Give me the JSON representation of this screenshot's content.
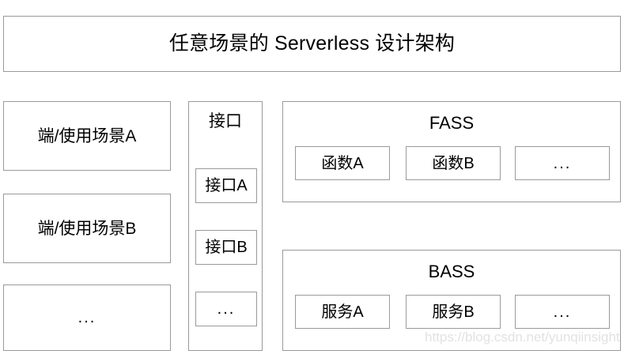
{
  "diagram": {
    "title": "任意场景的 Serverless 设计架构",
    "clients": {
      "items": [
        {
          "label": "端/使用场景A"
        },
        {
          "label": "端/使用场景B"
        },
        {
          "label": "..."
        }
      ]
    },
    "interfaces": {
      "title": "接口",
      "items": [
        {
          "label": "接口A"
        },
        {
          "label": "接口B"
        },
        {
          "label": "..."
        }
      ]
    },
    "panels": [
      {
        "title": "FASS",
        "items": [
          {
            "label": "函数A"
          },
          {
            "label": "函数B"
          },
          {
            "label": "..."
          }
        ]
      },
      {
        "title": "BASS",
        "items": [
          {
            "label": "服务A"
          },
          {
            "label": "服务B"
          },
          {
            "label": "..."
          }
        ]
      }
    ],
    "watermark": "https://blog.csdn.net/yunqiinsight",
    "colors": {
      "border": "#9a9a9a",
      "background": "#ffffff",
      "text": "#000000",
      "watermark": "#e2e2e2"
    }
  }
}
